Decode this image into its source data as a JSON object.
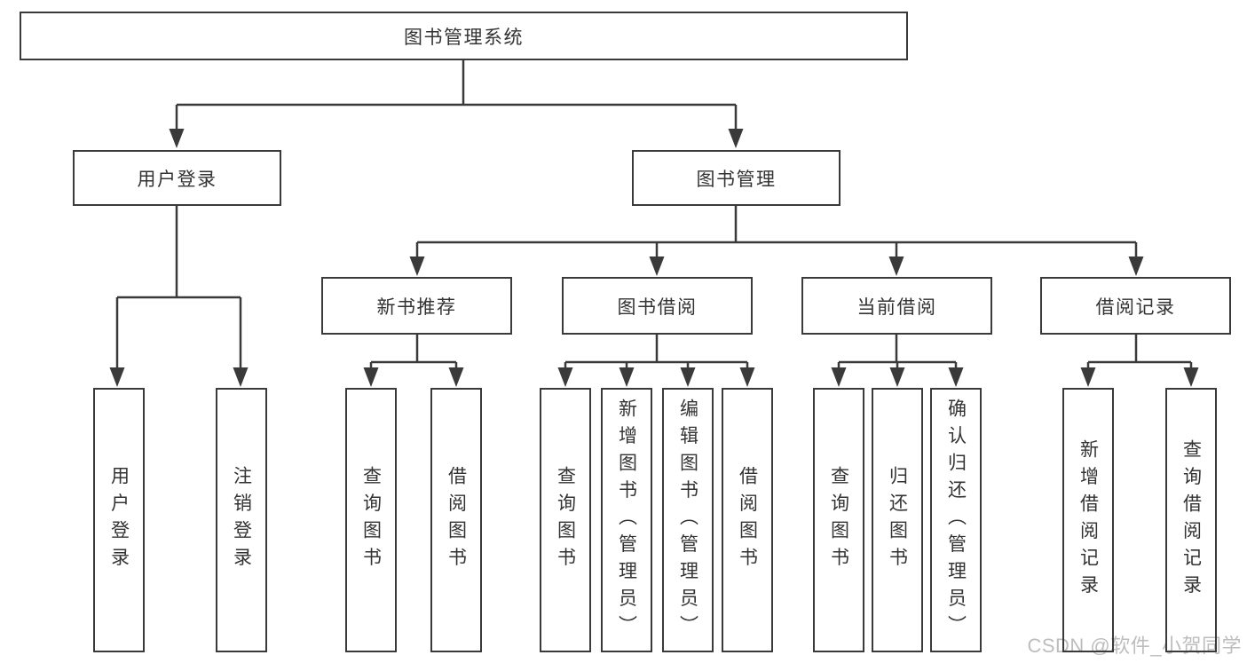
{
  "diagram": {
    "type": "hierarchy-tree",
    "title": "图书管理系统",
    "nodes": [
      {
        "id": "root",
        "label": "图书管理系统",
        "level": 1,
        "parent": null
      },
      {
        "id": "n1",
        "label": "用户登录",
        "level": 2,
        "parent": "root"
      },
      {
        "id": "n2",
        "label": "图书管理",
        "level": 2,
        "parent": "root"
      },
      {
        "id": "n3",
        "label": "新书推荐",
        "level": 3,
        "parent": "n2"
      },
      {
        "id": "n4",
        "label": "图书借阅",
        "level": 3,
        "parent": "n2"
      },
      {
        "id": "n5",
        "label": "当前借阅",
        "level": 3,
        "parent": "n2"
      },
      {
        "id": "n6",
        "label": "借阅记录",
        "level": 3,
        "parent": "n2"
      },
      {
        "id": "l1",
        "label": "用户登录",
        "level": 4,
        "parent": "n1"
      },
      {
        "id": "l2",
        "label": "注销登录",
        "level": 4,
        "parent": "n1"
      },
      {
        "id": "l3",
        "label": "查询图书",
        "level": 4,
        "parent": "n3"
      },
      {
        "id": "l4",
        "label": "借阅图书",
        "level": 4,
        "parent": "n3"
      },
      {
        "id": "l5",
        "label": "查询图书",
        "level": 4,
        "parent": "n4"
      },
      {
        "id": "l6",
        "label": "新增图书（管理员）",
        "level": 4,
        "parent": "n4"
      },
      {
        "id": "l7",
        "label": "编辑图书（管理员）",
        "level": 4,
        "parent": "n4"
      },
      {
        "id": "l8",
        "label": "借阅图书",
        "level": 4,
        "parent": "n4"
      },
      {
        "id": "l9",
        "label": "查询图书",
        "level": 4,
        "parent": "n5"
      },
      {
        "id": "l10",
        "label": "归还图书",
        "level": 4,
        "parent": "n5"
      },
      {
        "id": "l11",
        "label": "确认归还（管理员）",
        "level": 4,
        "parent": "n5"
      },
      {
        "id": "l12",
        "label": "新增借阅记录",
        "level": 4,
        "parent": "n6"
      },
      {
        "id": "l13",
        "label": "查询借阅记录",
        "level": 4,
        "parent": "n6"
      }
    ],
    "edges": [
      [
        "root",
        "n1"
      ],
      [
        "root",
        "n2"
      ],
      [
        "n1",
        "l1"
      ],
      [
        "n1",
        "l2"
      ],
      [
        "n2",
        "n3"
      ],
      [
        "n2",
        "n4"
      ],
      [
        "n2",
        "n5"
      ],
      [
        "n2",
        "n6"
      ],
      [
        "n3",
        "l3"
      ],
      [
        "n3",
        "l4"
      ],
      [
        "n4",
        "l5"
      ],
      [
        "n4",
        "l6"
      ],
      [
        "n4",
        "l7"
      ],
      [
        "n4",
        "l8"
      ],
      [
        "n5",
        "l9"
      ],
      [
        "n5",
        "l10"
      ],
      [
        "n5",
        "l11"
      ],
      [
        "n6",
        "l12"
      ],
      [
        "n6",
        "l13"
      ]
    ],
    "watermark": {
      "text": "CSDN @软件_小贺同学"
    },
    "style": {
      "line_color": "#3a3a3a",
      "text_color": "#333333",
      "background": "#ffffff",
      "watermark_color": "#bdbdbd"
    }
  }
}
